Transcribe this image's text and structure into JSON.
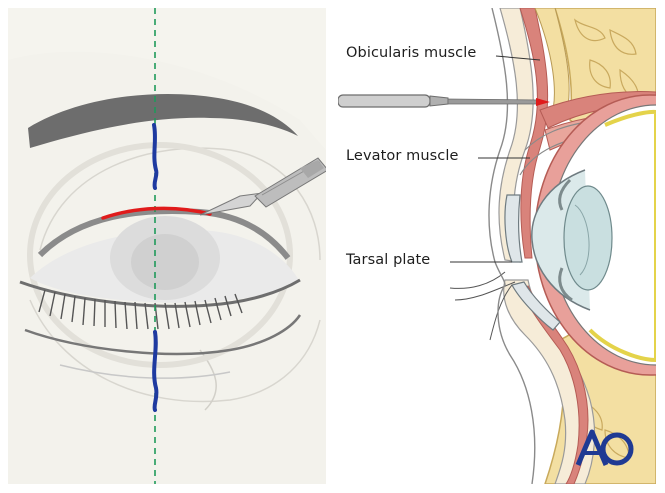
{
  "labels": {
    "orbicularis": "Obicularis muscle",
    "levator": "Levator muscle",
    "tarsal": "Tarsal plate"
  },
  "logo": {
    "text": "AO",
    "color": "#1f3a93"
  },
  "colors": {
    "incision": "#e01b1b",
    "midline": "#1f9a5a",
    "marking": "#1e3aa0",
    "muscle": "#d9837b",
    "fat": "#f3dfa2",
    "skin": "#f6ecd8"
  }
}
